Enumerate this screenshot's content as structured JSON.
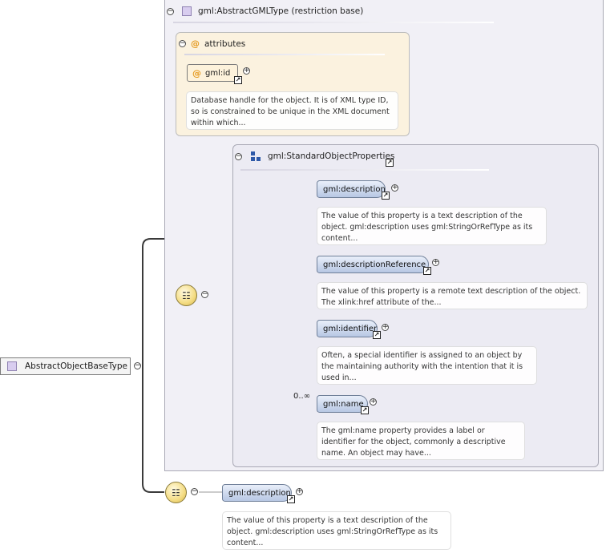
{
  "root": {
    "label": "AbstractObjectBaseType"
  },
  "base_type": {
    "label": "gml:AbstractGMLType (restriction base)"
  },
  "attributes": {
    "title": "attributes",
    "items": [
      {
        "name": "gml:id",
        "doc": "Database handle for the object. It is of XML type ID, so is constrained to be unique in the XML document within which..."
      }
    ]
  },
  "standard_props": {
    "title": "gml:StandardObjectProperties",
    "elements": [
      {
        "name": "gml:description",
        "doc": "The value of this property is a text description of the object. gml:description uses gml:StringOrRefType as its content..."
      },
      {
        "name": "gml:descriptionReference",
        "doc": "The value of this property is a remote text description of the object. The xlink:href attribute of the..."
      },
      {
        "name": "gml:identifier",
        "doc": "Often, a special identifier is assigned to an object by the maintaining authority with the intention that it is used in..."
      },
      {
        "name": "gml:name",
        "occurs": "0..∞",
        "doc": "The gml:name property provides a label or identifier for the object, commonly a descriptive name. An object may have..."
      }
    ]
  },
  "bottom_element": {
    "name": "gml:description",
    "doc": "The value of this property is a text description of the object. gml:description uses gml:StringOrRefType as its content..."
  },
  "glyphs": {
    "minus": "−",
    "plus": "+",
    "link": "↗",
    "at": "@",
    "compositor": "☷"
  },
  "colors": {
    "attribute_bg": "#fbf2df",
    "element_pill": "#b7c7e3",
    "container_bg": "#f1f0f6",
    "compositor": "#f4dc83"
  }
}
